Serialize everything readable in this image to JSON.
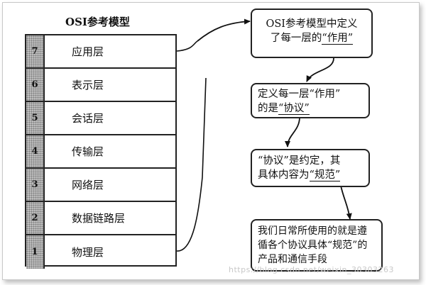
{
  "model": {
    "title": "OSI参考模型",
    "layers": [
      {
        "num": "7",
        "name": "应用层"
      },
      {
        "num": "6",
        "name": "表示层"
      },
      {
        "num": "5",
        "name": "会话层"
      },
      {
        "num": "4",
        "name": "传输层"
      },
      {
        "num": "3",
        "name": "网络层"
      },
      {
        "num": "2",
        "name": "数据链路层"
      },
      {
        "num": "1",
        "name": "物理层"
      }
    ]
  },
  "steps": [
    {
      "l1": "OSI参考模型中定义",
      "l2a": "了每一层的",
      "l2b": "“作用”",
      "l2c": ""
    },
    {
      "l1": "定义每一层“作用”",
      "l2a": "的是",
      "l2b": "“协议”",
      "l2c": ""
    },
    {
      "l1": "“协议”是约定，其",
      "l2a": "具体内容为",
      "l2b": "“规范”",
      "l2c": ""
    },
    {
      "l1": "我们日常所使用的就是遵",
      "l2a": "循各个协议具体“规范”的",
      "l2b": "",
      "l2c": "",
      "l3": "产品和通信手段"
    }
  ],
  "watermark": "https://blog.csdn.net/weixin_30303263"
}
